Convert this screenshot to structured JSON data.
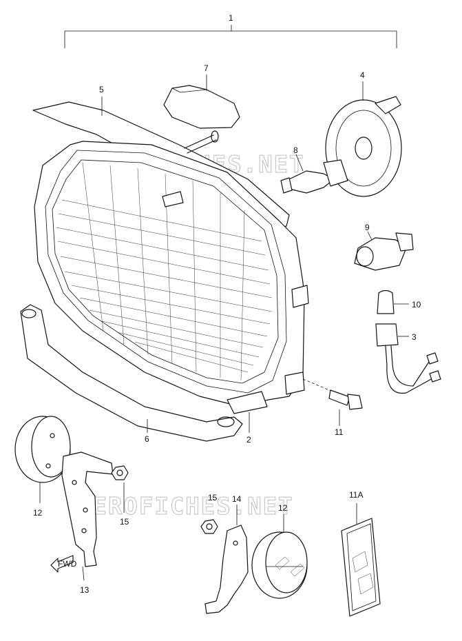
{
  "watermark": {
    "text": "AEROFICHES.NET",
    "color": "#c9c9c9"
  },
  "diagram": {
    "callouts": [
      {
        "id": "1",
        "label": "1"
      },
      {
        "id": "2",
        "label": "2"
      },
      {
        "id": "3",
        "label": "3"
      },
      {
        "id": "4",
        "label": "4"
      },
      {
        "id": "5",
        "label": "5"
      },
      {
        "id": "6",
        "label": "6"
      },
      {
        "id": "7",
        "label": "7"
      },
      {
        "id": "8",
        "label": "8"
      },
      {
        "id": "9",
        "label": "9"
      },
      {
        "id": "10",
        "label": "10"
      },
      {
        "id": "11",
        "label": "11"
      },
      {
        "id": "11A",
        "label": "11A"
      },
      {
        "id": "12",
        "label": "12"
      },
      {
        "id": "12b",
        "label": "12"
      },
      {
        "id": "13",
        "label": "13"
      },
      {
        "id": "14",
        "label": "14"
      },
      {
        "id": "15",
        "label": "15"
      },
      {
        "id": "15b",
        "label": "15"
      }
    ],
    "fwd_arrow_label": "FWD"
  }
}
